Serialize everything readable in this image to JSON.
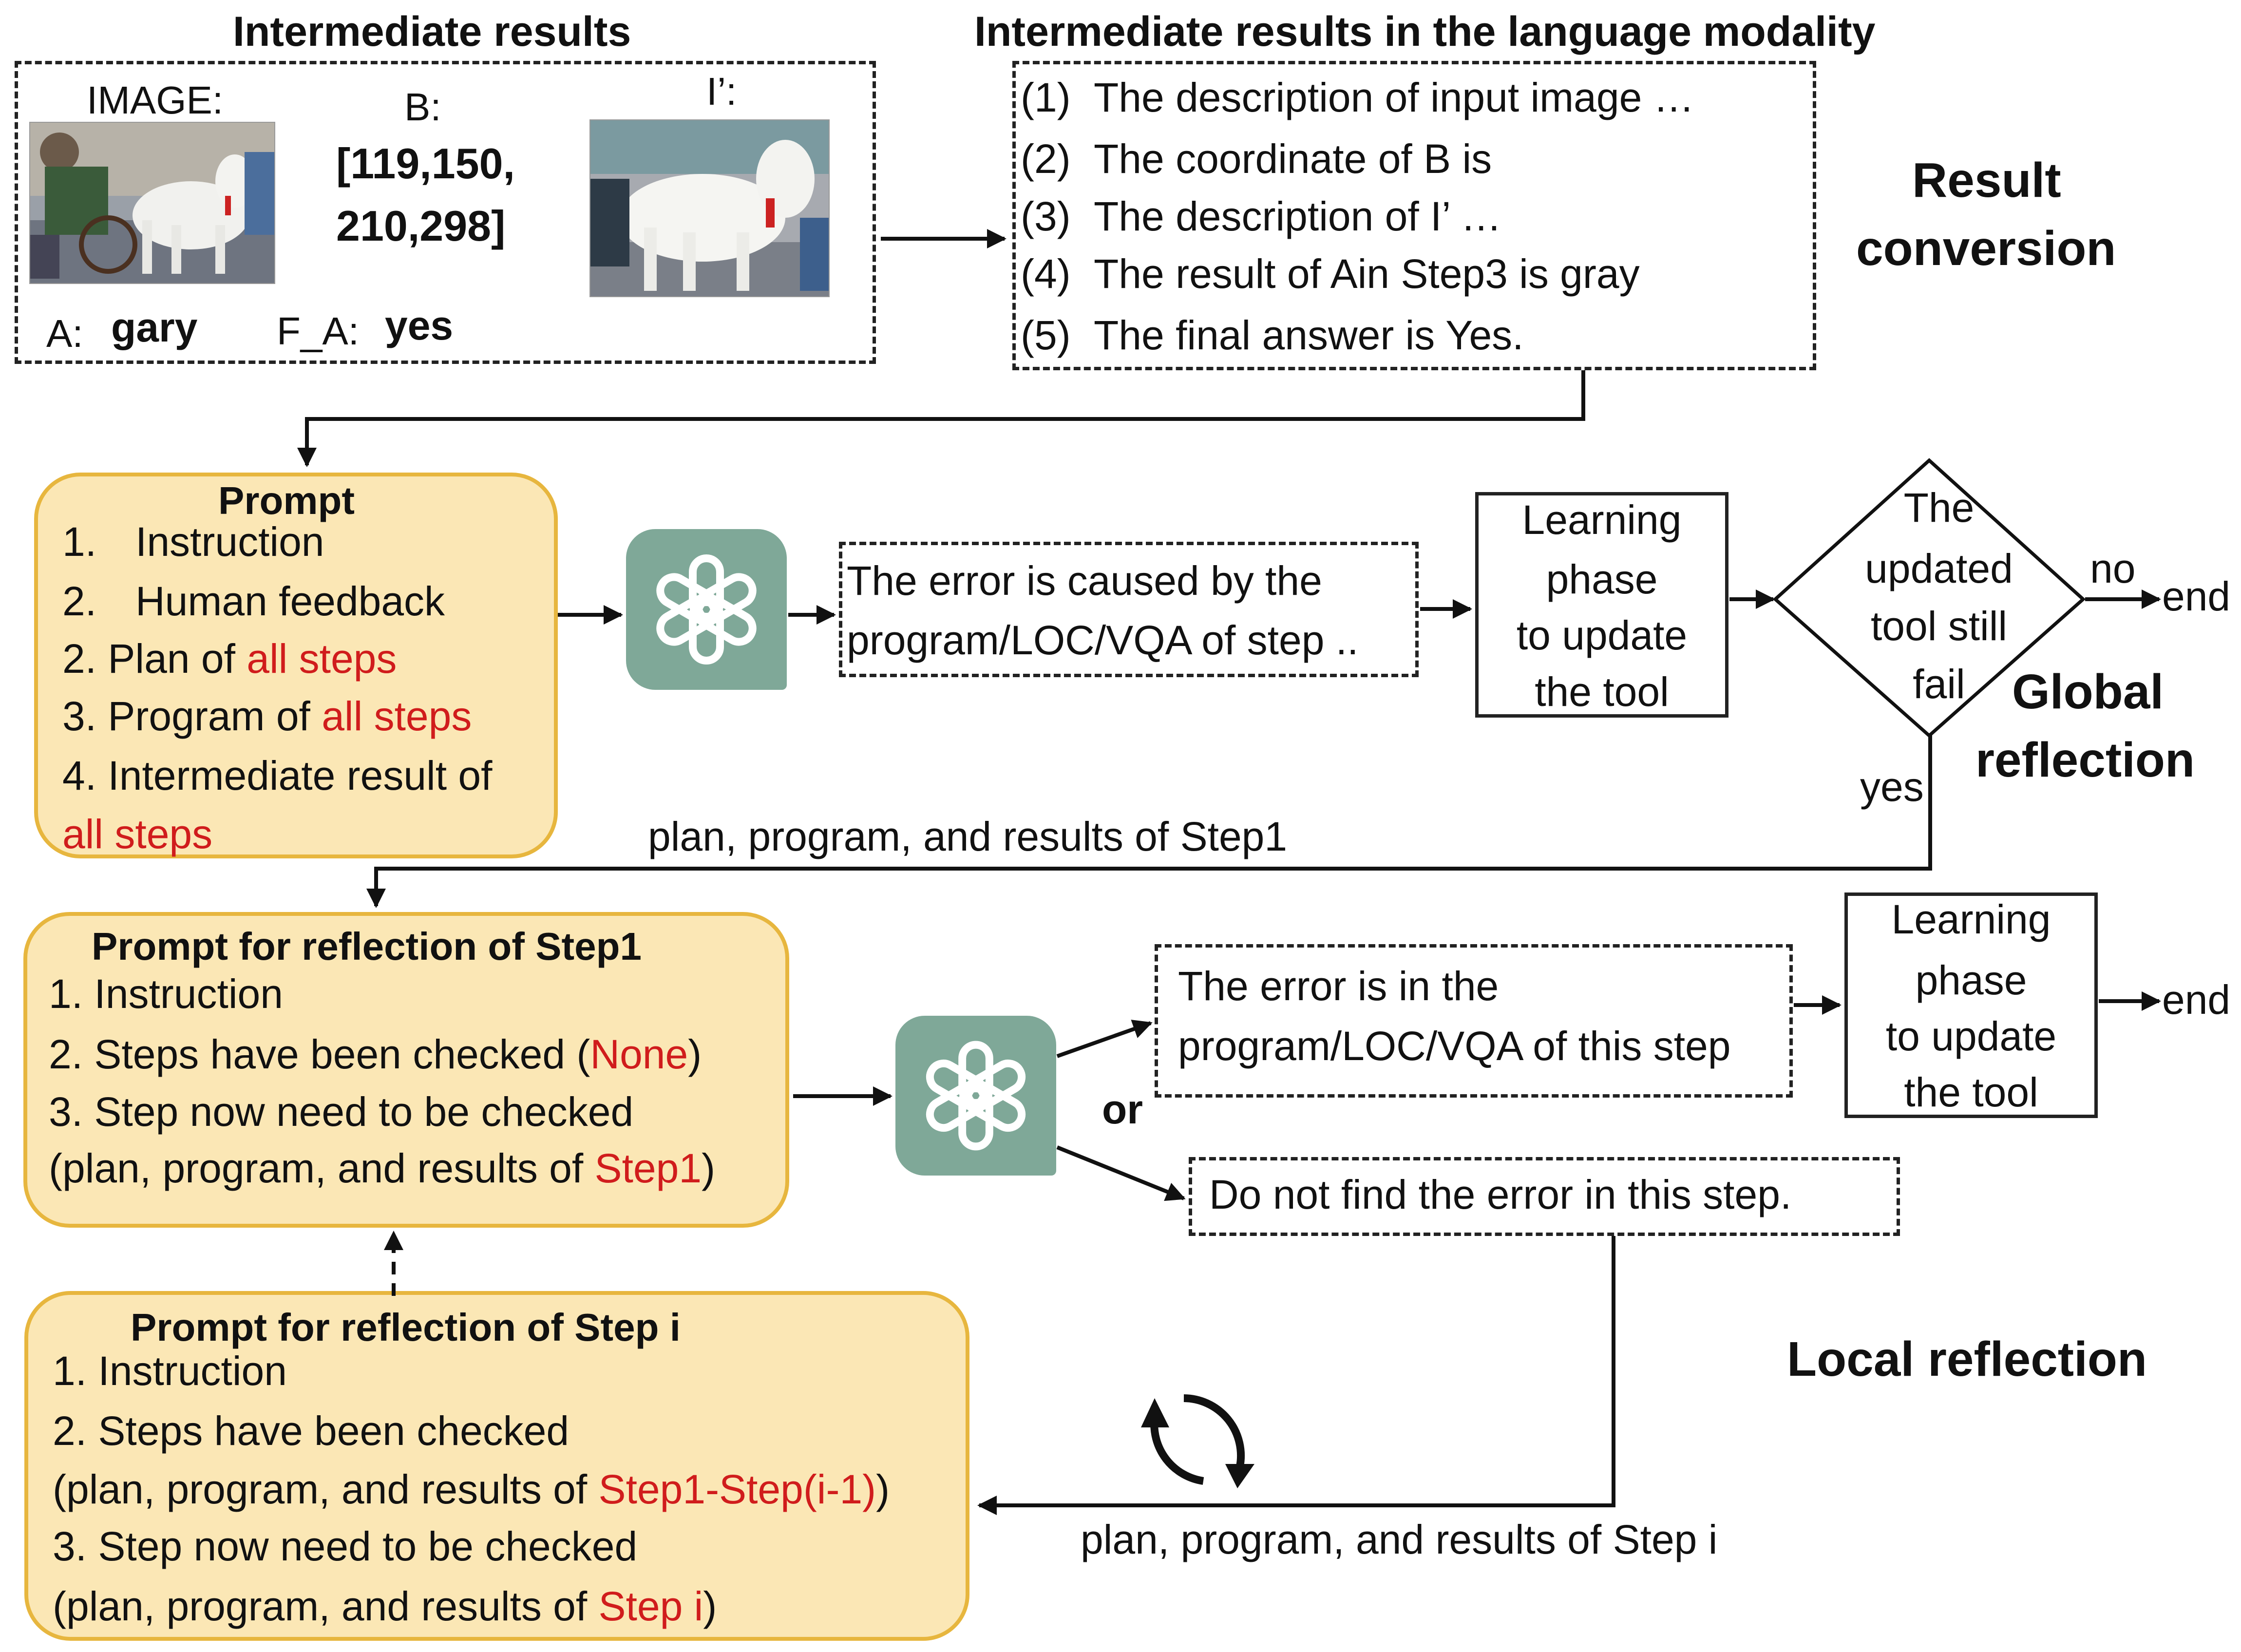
{
  "result_conversion": {
    "left_title": "Intermediate results",
    "image_label": "IMAGE:",
    "b_label": "B:",
    "b_value_line1": "[119,150,",
    "b_value_line2": "210,298]",
    "iprime_label": "I’:",
    "a_label": "A:",
    "a_value": "gary",
    "fa_label": "F_A:",
    "fa_value": "yes",
    "right_title": "Intermediate results in the language modality",
    "lines": [
      {
        "num": "(1)",
        "text": "The description of input image  …"
      },
      {
        "num": "(2)",
        "text": "The coordinate of B is"
      },
      {
        "num": "(3)",
        "text": "The description of I’ …"
      },
      {
        "num": "(4)",
        "text": "The result of Ain Step3 is gray"
      },
      {
        "num": "(5)",
        "text": "The final answer is Yes."
      }
    ],
    "section_label_line1": "Result",
    "section_label_line2": "conversion"
  },
  "global_reflection": {
    "prompt": {
      "title": "Prompt",
      "item1_num": "1.",
      "item1": "Instruction",
      "item2_num": "2.",
      "item2": "Human feedback",
      "item3_pre": "2. Plan of ",
      "item3_red": "all steps",
      "item4_pre": "3. Program of ",
      "item4_red": "all steps",
      "item5_pre": "4. Intermediate result of",
      "item5_red": "all steps"
    },
    "error_line1": "The error is caused by the",
    "error_line2": "program/LOC/VQA of step ..",
    "learning": [
      "Learning",
      "phase",
      "to update",
      "the tool"
    ],
    "decision": [
      "The",
      "updated",
      "tool still",
      "fail"
    ],
    "no_label": "no",
    "end_label": "end",
    "yes_label": "yes",
    "section_label_line1": "Global",
    "section_label_line2": "reflection",
    "step1_flow_label": "plan, program, and results of Step1"
  },
  "local_reflection": {
    "step1_prompt": {
      "title": "Prompt for reflection of Step1",
      "line1": "1. Instruction",
      "line2_pre": "2. Steps have been checked (",
      "line2_red": "None",
      "line2_post": ")",
      "line3": "3. Step now need to be checked",
      "line4_pre": "(plan, program, and results of ",
      "line4_red": "Step1",
      "line4_post": ")"
    },
    "error_line1": "The error is in the",
    "error_line2": "program/LOC/VQA of this step",
    "or_label": "or",
    "noerror": "Do not find the error in this step.",
    "learning": [
      "Learning",
      "phase",
      "to update",
      "the tool"
    ],
    "end_label": "end",
    "stepi_prompt": {
      "title": "Prompt for reflection of Step i",
      "line1": "1. Instruction",
      "line2": "2. Steps have been checked",
      "line3_pre": "(plan, program, and results of ",
      "line3_red": "Step1-Step(i-1)",
      "line3_post": ")",
      "line4": "3. Step now need to be checked",
      "line5_pre": "(plan, program, and results of ",
      "line5_red": "Step i",
      "line5_post": ")"
    },
    "stepi_flow_label": "plan, program, and results of Step i",
    "section_label": "Local reflection"
  },
  "colors": {
    "prompt_fill": "#fbe7b5",
    "prompt_border": "#e7b63e",
    "highlight_red": "#d01c1c",
    "gpt_icon_bg": "#7fa898"
  },
  "icons": [
    "chatgpt-logo-icon",
    "cycle-arrows-icon"
  ]
}
